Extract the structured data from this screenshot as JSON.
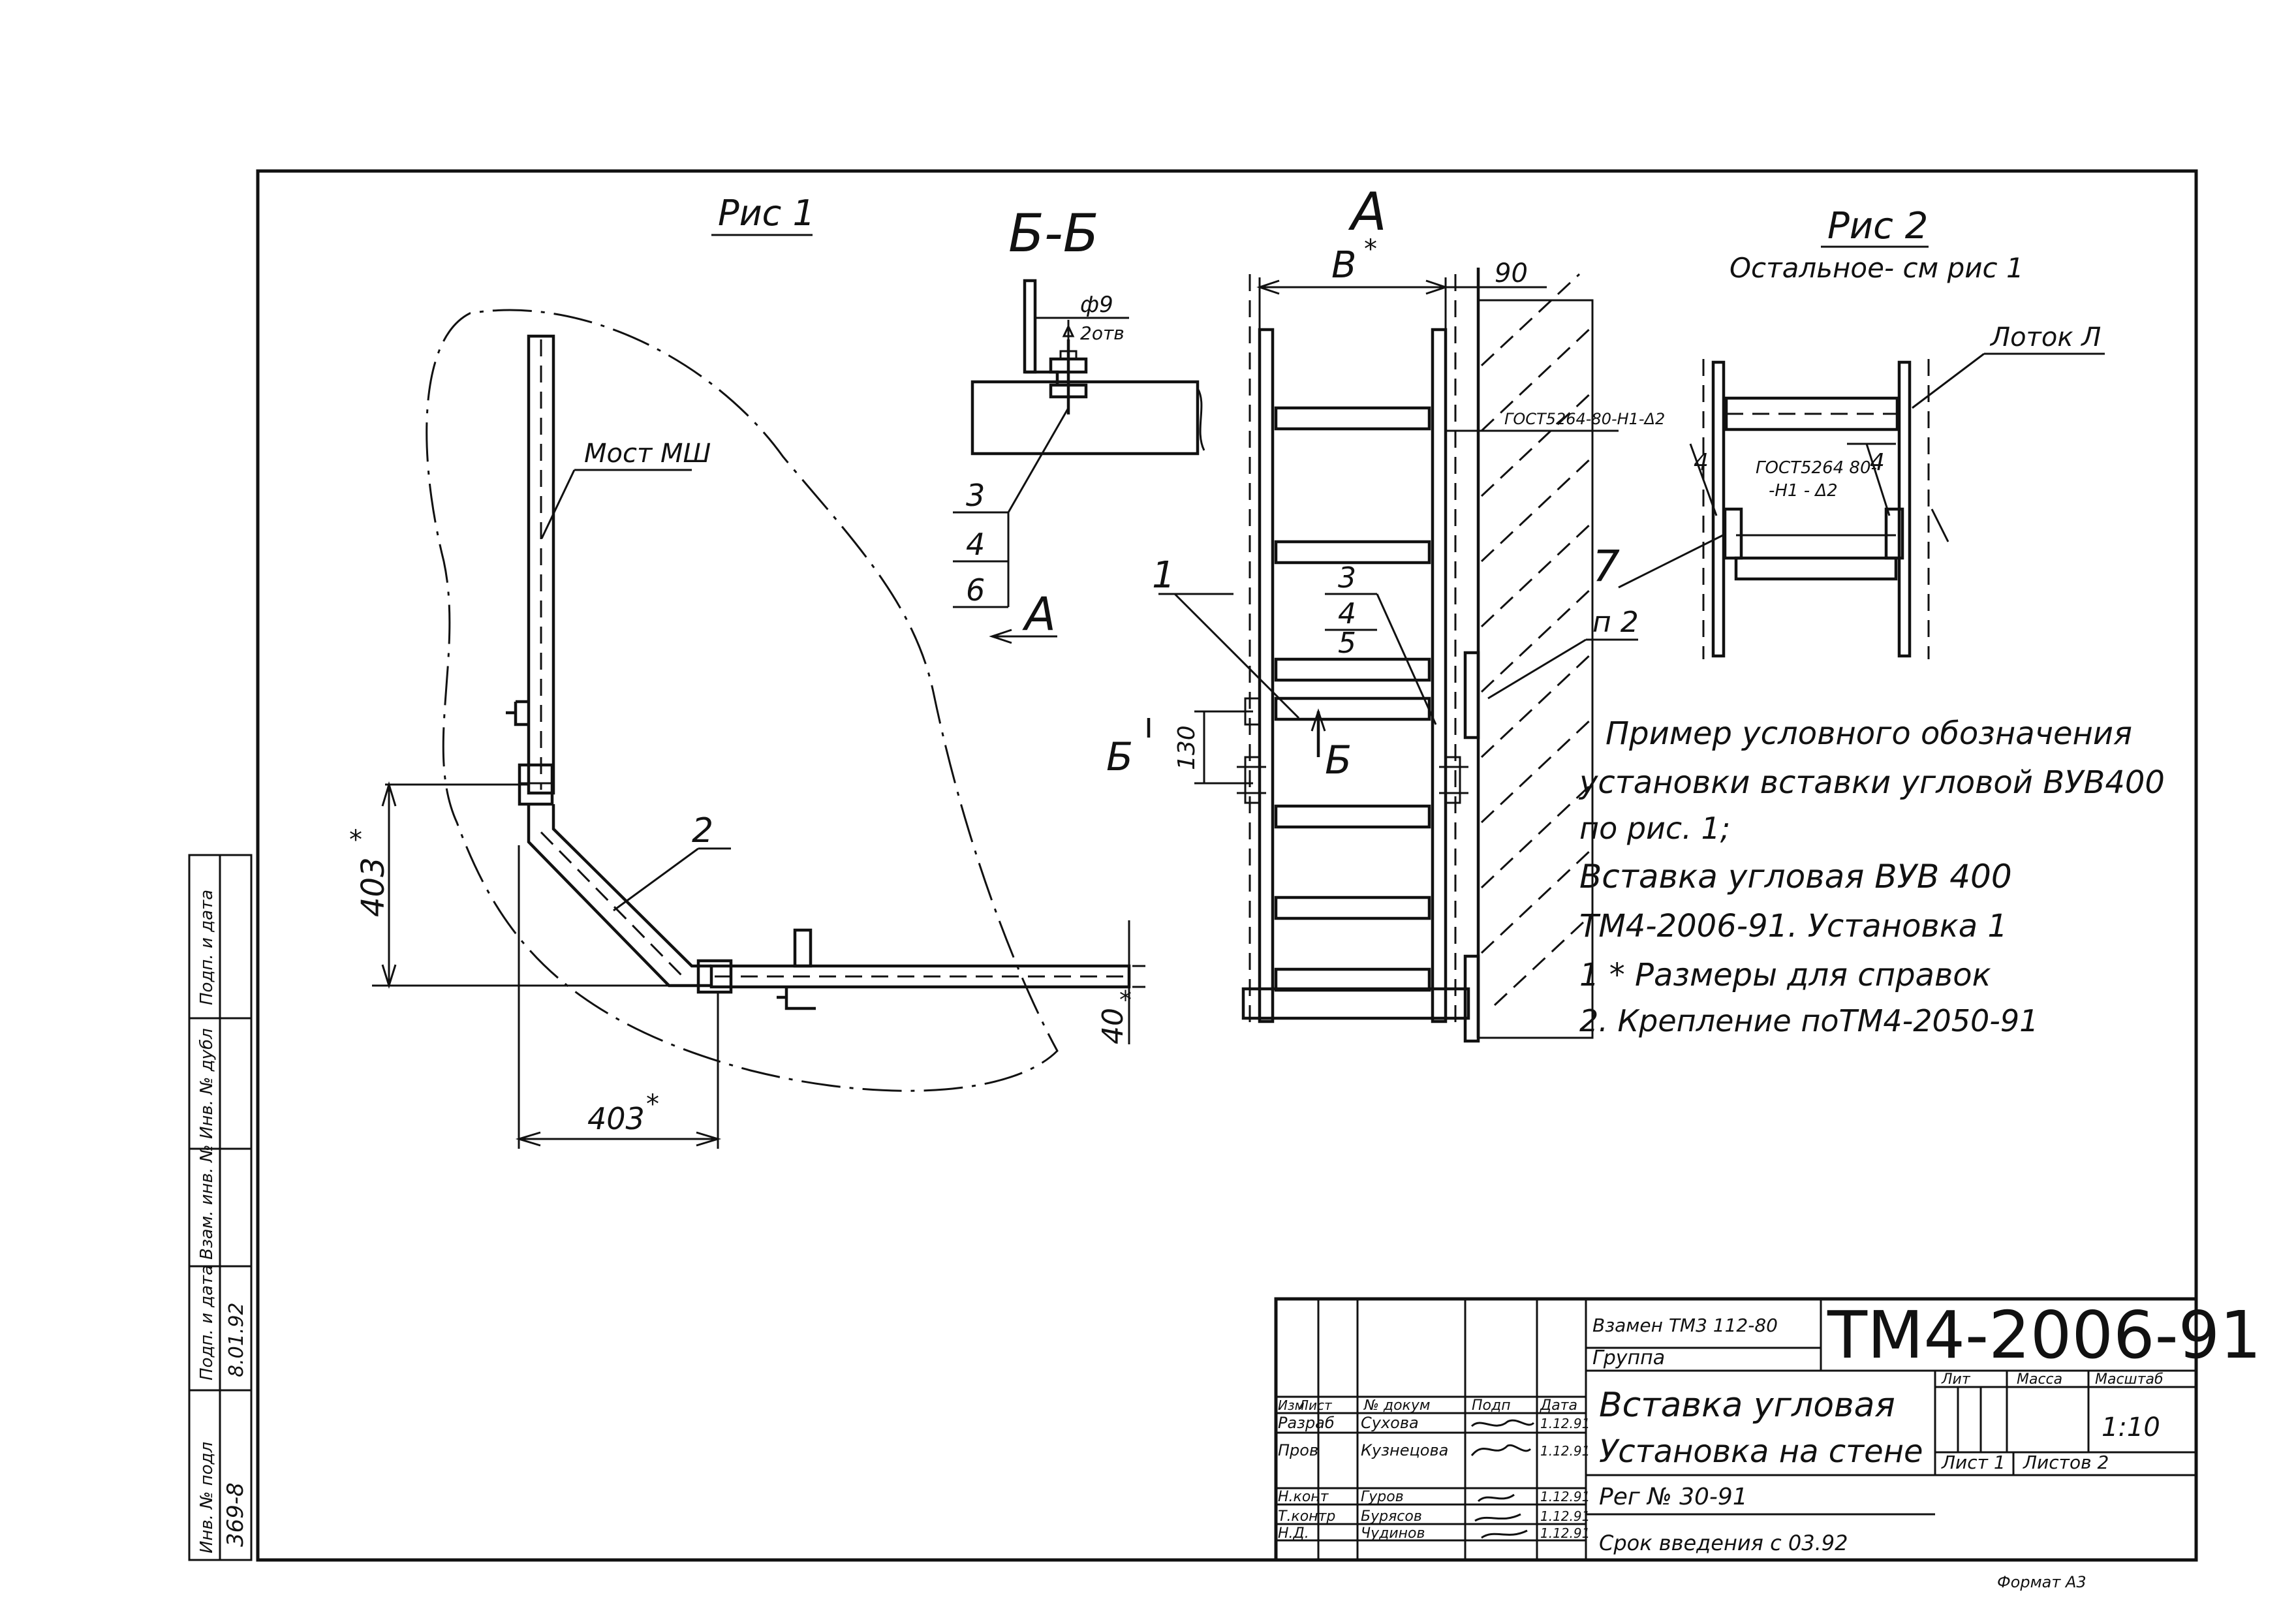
{
  "figures": {
    "fig1_title": "Рис 1",
    "section_title": "Б-Б",
    "view_title": "А",
    "fig2_title": "Рис 2",
    "fig2_subtitle": "Остальное- см рис 1"
  },
  "fig1": {
    "bridge_label": "Мост МШ",
    "part_2": "2",
    "dim_vertical": "403",
    "dim_horizontal": "403",
    "dim_small": "40",
    "ref_mark": "*"
  },
  "section_bb": {
    "hole_dim": "ф9",
    "hole_note": "2отв",
    "callouts": [
      "3",
      "4",
      "6"
    ],
    "view_arrow": "А"
  },
  "view_a": {
    "width_dim": "В",
    "offset_dim": "90",
    "weld_note": "ГОСТ5264-80-Н1-Δ2",
    "part_1": "1",
    "callouts": [
      "3",
      "4",
      "5"
    ],
    "part_p2": "п 2",
    "section_mark": "Б",
    "dim_130": "130"
  },
  "fig2": {
    "tray_label": "Лоток Л",
    "weld_note_1": "ГОСТ5264 80-",
    "weld_note_2": "-Н1 - Δ2",
    "weld_leg": "4",
    "part_7": "7"
  },
  "notes": {
    "line1": "Пример условного обозначения",
    "line2": "установки вставки угловой ВУВ400",
    "line3": "по рис. 1;",
    "line4": "Вставка угловая ВУВ 400",
    "line5": "ТМ4-2006-91.  Установка 1",
    "line6": "1 * Размеры для справок",
    "line7": "2. Крепление поТМ4-2050-91"
  },
  "title_block": {
    "replaces": "Взамен ТМ3 112-80",
    "group": "Группа",
    "doc_number": "ТМ4-2006-91",
    "title_line1": "Вставка угловая",
    "title_line2": "Установка на стене",
    "headers": [
      "Изм",
      "Лист",
      "№ докум",
      "Подп",
      "Дата"
    ],
    "rows": [
      {
        "role": "Разраб",
        "name": "Суховa",
        "date": "1.12.91"
      },
      {
        "role": "Пров",
        "name": "Кузнецова",
        "date": "1.12.91"
      },
      {
        "role": "Н.конт",
        "name": "Гуров",
        "date": "1.12.91"
      },
      {
        "role": "Т.контр",
        "name": "Бурясов",
        "date": "1.12.91"
      },
      {
        "role": "Н.Д.",
        "name": "Чудинов",
        "date": "1.12.91"
      }
    ],
    "lit_label": "Лит",
    "mass_label": "Масса",
    "scale_label": "Масштаб",
    "scale": "1:10",
    "sheet": "Лист 1",
    "sheets": "Листов 2",
    "reg": "Рег № 30-91",
    "intro": "Срок введения с 03.92",
    "format": "Формат А3"
  },
  "side_stamp": {
    "labels": [
      "Подп. и дата",
      "Инв. № дубл",
      "Взам. инв. №",
      "Подп. и дата",
      "Инв. № подл"
    ],
    "date_value": "8.01.92",
    "inv_value": "369-8"
  }
}
